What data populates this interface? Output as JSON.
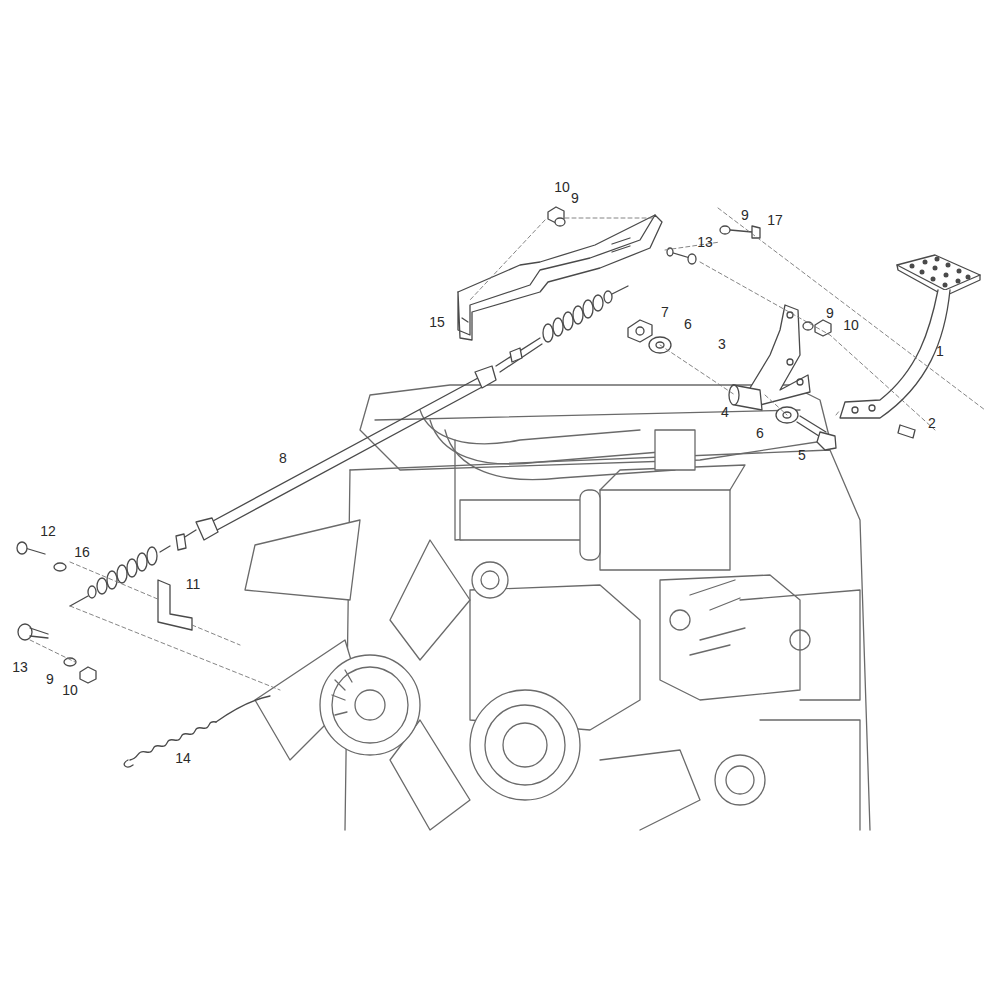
{
  "diagram": {
    "labels": [
      "10",
      "9",
      "9",
      "17",
      "13",
      "15",
      "7",
      "6",
      "9",
      "10",
      "3",
      "1",
      "4",
      "2",
      "6",
      "5",
      "8",
      "12",
      "16",
      "11",
      "13",
      "9",
      "10",
      "14"
    ]
  }
}
